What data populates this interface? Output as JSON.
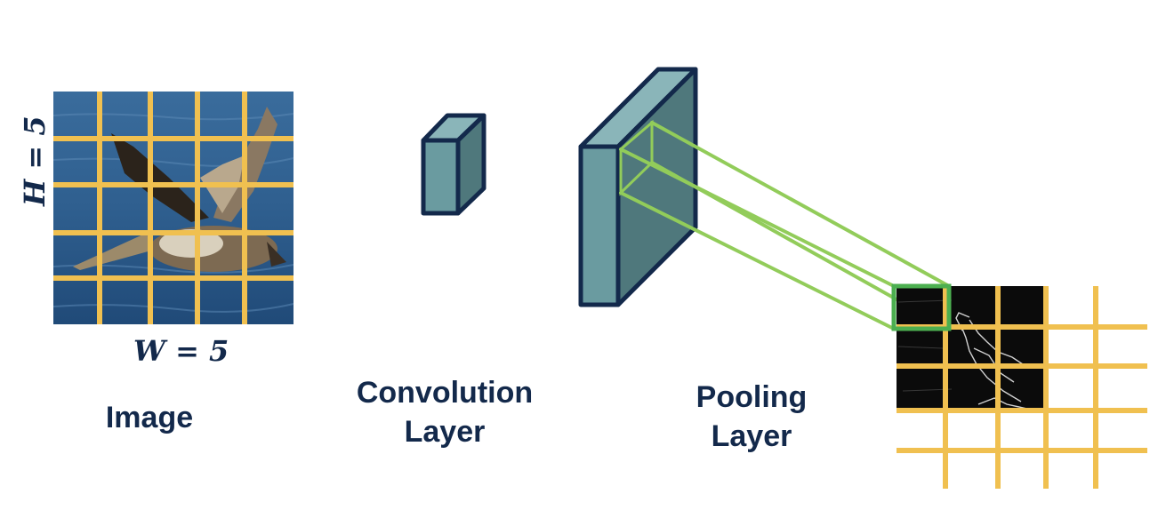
{
  "labels": {
    "image": "Image",
    "convolution_line1": "Convolution",
    "convolution_line2": "Layer",
    "pooling_line1": "Pooling",
    "pooling_line2": "Layer",
    "width_math": "W = 5",
    "height_math": "H = 5"
  },
  "colors": {
    "grid": "#f0c050",
    "block_front": "#6a9ba0",
    "block_side": "#4f787c",
    "block_stroke": "#13294b",
    "projection": "#92cc5a",
    "text": "#13294b"
  },
  "grid": {
    "rows": 5,
    "cols": 5
  }
}
